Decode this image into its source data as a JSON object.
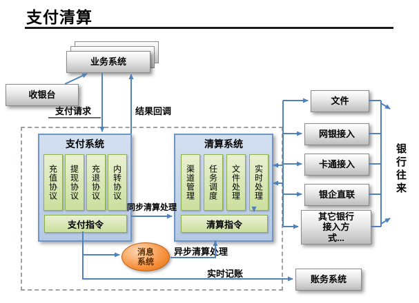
{
  "slide": {
    "title": "支付清算"
  },
  "nodes": {
    "business_system": {
      "label": "业务系统"
    },
    "cashier": {
      "label": "收银台"
    },
    "payment_system": {
      "title": "支付系统",
      "protocols": [
        "充值协议",
        "提现协议",
        "充退协议",
        "内转协议"
      ],
      "instruction": "支付指令"
    },
    "clearing_system": {
      "title": "清算系统",
      "modules": [
        "渠道管理",
        "任务调度",
        "文件处理",
        "实时处理"
      ],
      "instruction": "清算指令"
    },
    "message_system": {
      "label": "消息系统"
    },
    "accounting_system": {
      "label": "账务系统"
    },
    "bank_channels": [
      "文件",
      "网银接入",
      "卡通接入",
      "银企直联",
      "其它银行接入方式..."
    ],
    "bank_relation": {
      "label": "银行往来"
    }
  },
  "flow_labels": {
    "payment_request": "支付请求",
    "result_callback": "结果回调",
    "sync_clearing": "同步清算处理",
    "async_clearing": "异步清算处理",
    "realtime_accounting": "实时记账"
  },
  "colors": {
    "arrow_blue": "#4f81bd",
    "panel_blue_fill": "#b9cde8",
    "panel_blue_border": "#7094c4",
    "green_fill": "#d6e6ad",
    "green_border": "#8faf4e",
    "orange_fill": "#f79646",
    "orange_border": "#b85c10",
    "gray_box_fill": "#d9d9d9",
    "dashed_border": "#9aa0a6",
    "title_color": "#000000"
  }
}
